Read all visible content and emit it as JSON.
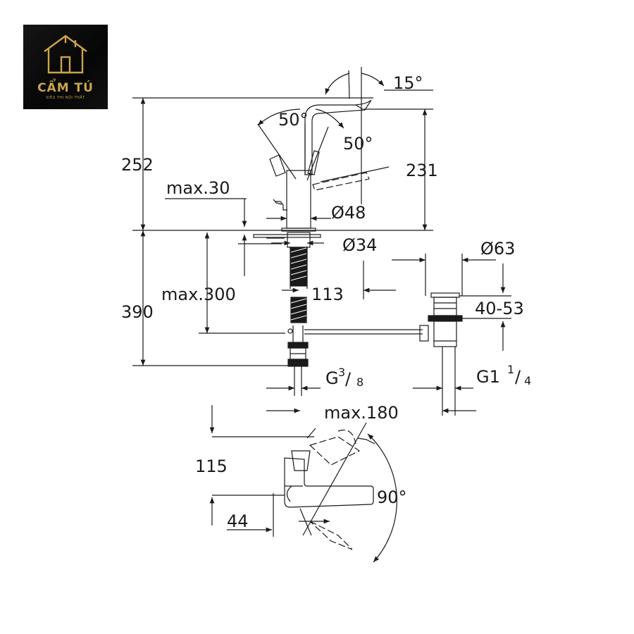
{
  "logo": {
    "name": "CẨM TÚ",
    "tagline": "SIÊU THỊ NỘI THẤT",
    "color": "#c9a44c"
  },
  "dimensions": {
    "spout_angle": "15°",
    "lever_angle_left": "50°",
    "lever_angle_right": "50°",
    "total_height": "252",
    "spout_height": "231",
    "max_deck": "max.30",
    "base_diameter": "Ø48",
    "shank_diameter": "Ø34",
    "waste_diameter": "Ø63",
    "below_height": "390",
    "max_shank": "max.300",
    "rod_offset": "113",
    "waste_range": "40-53",
    "inlet_thread_main": "G",
    "inlet_thread_num": "3",
    "inlet_thread_den": "8",
    "waste_thread_main": "G1",
    "waste_thread_num": "1",
    "waste_thread_den": "4",
    "max_rod": "max.180",
    "lever_length": "115",
    "base_offset": "44",
    "rotation_angle": "90°"
  }
}
